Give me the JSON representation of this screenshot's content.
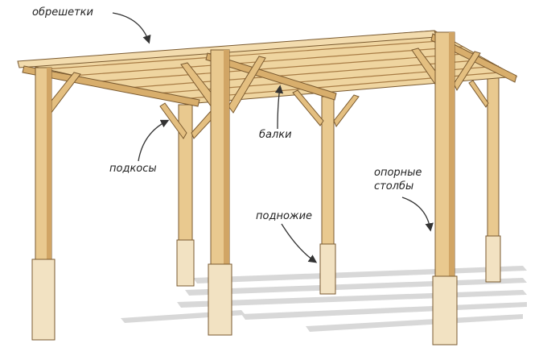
{
  "labels": {
    "lathing": "обрешетки",
    "beams": "балки",
    "braces": "подкосы",
    "footing": "подножие",
    "posts_line1": "опорные",
    "posts_line2": "столбы"
  },
  "colors": {
    "wood": "#e9c98f",
    "wood_dark": "#c99a5a",
    "wood_light": "#f3dcae",
    "outline": "#7a5a30",
    "base": "#f2e2c2",
    "shadow": "#c8c8c8",
    "text": "#222222"
  }
}
